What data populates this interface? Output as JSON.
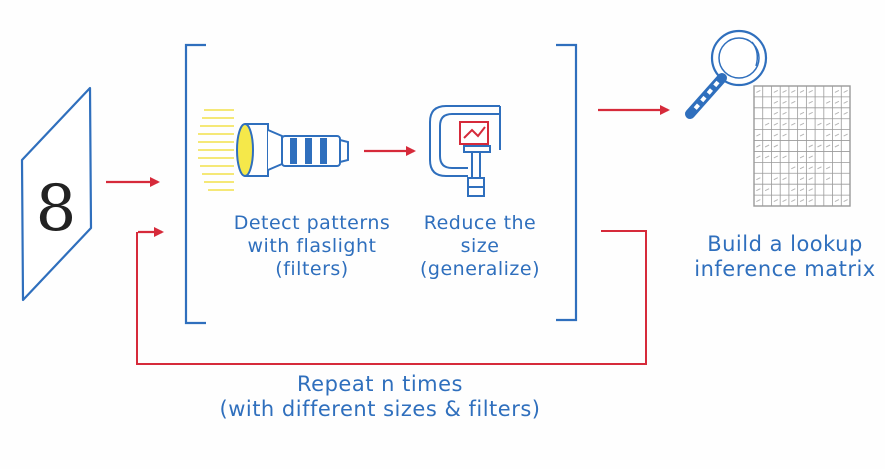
{
  "input": {
    "digit": "8"
  },
  "steps": {
    "detect": {
      "lines": [
        "Detect patterns",
        "with flaslight",
        "(filters)"
      ]
    },
    "reduce": {
      "lines": [
        "Reduce the",
        "size",
        "(generalize)"
      ]
    },
    "build": {
      "lines": [
        "Build a lookup",
        "inference matrix"
      ]
    }
  },
  "loop": {
    "lines": [
      "Repeat n times",
      "(with different sizes & filters)"
    ]
  },
  "colors": {
    "ink_blue": "#2f6fbd",
    "arrow_red": "#d62a3a",
    "glow_yellow": "#f2e14a",
    "lens_yellow": "#f5e84a",
    "grid_gray": "#9a9a9a"
  },
  "icons": [
    "digit-card-icon",
    "flashlight-icon",
    "clamp-icon",
    "magnifier-icon",
    "matrix-grid-icon"
  ]
}
